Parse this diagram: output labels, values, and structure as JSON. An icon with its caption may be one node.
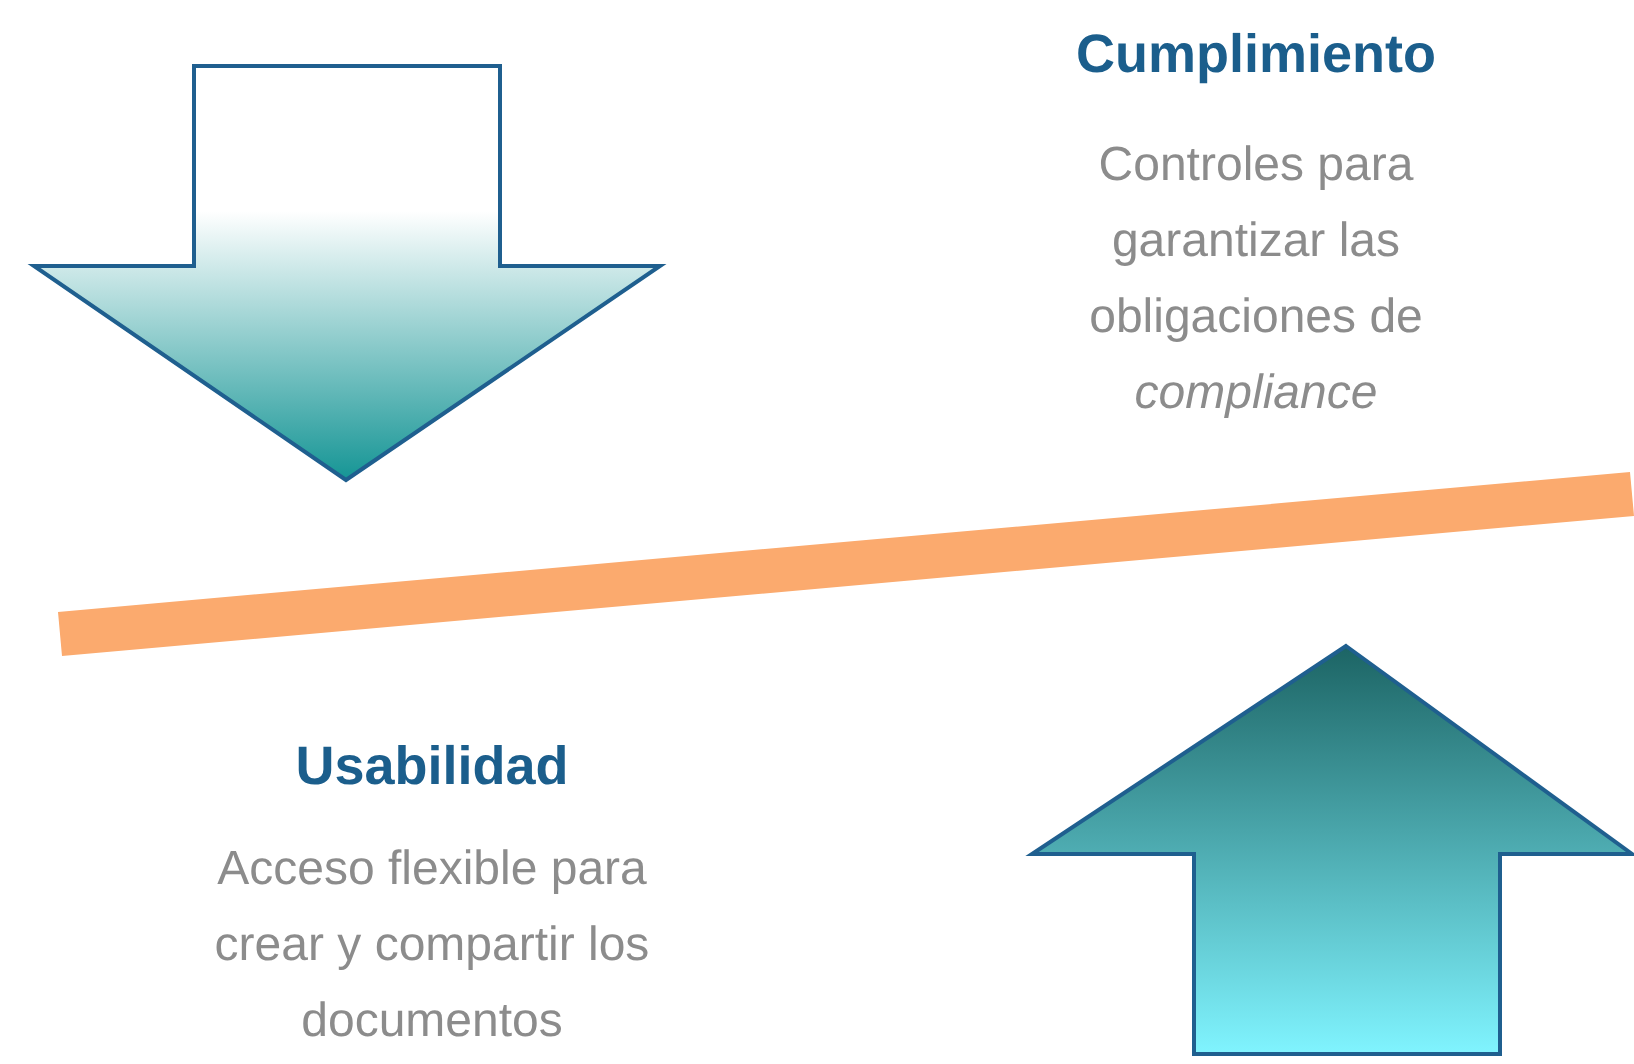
{
  "diagram": {
    "labels": [
      "Cumplimiento",
      "Controles para garantizar las obligaciones de *compliance*",
      "Usabilidad",
      "Acceso flexible para crear y compartir los documentos"
    ]
  }
}
